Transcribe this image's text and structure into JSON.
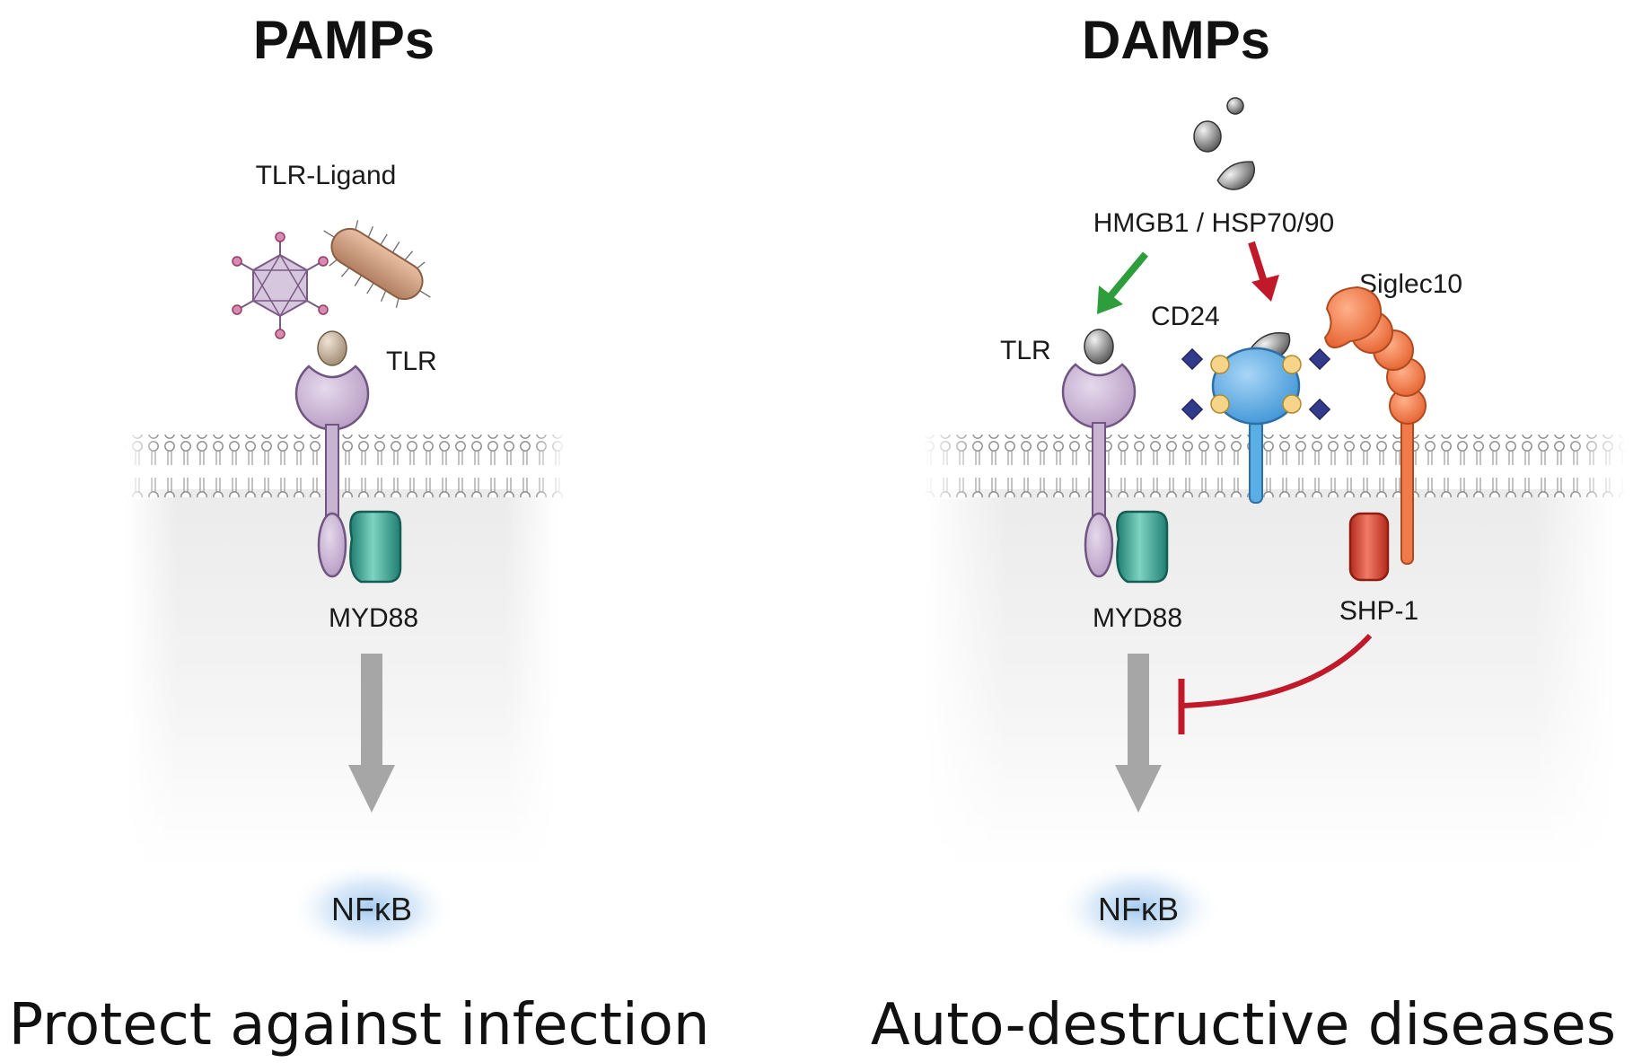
{
  "left_panel": {
    "title": "PAMPs",
    "ligand_label": "TLR-Ligand",
    "receptor_label": "TLR",
    "adaptor_label": "MYD88",
    "outcome_factor": "NFκB",
    "outcome_text": "Protect against infection"
  },
  "right_panel": {
    "title": "DAMPs",
    "damp_label": "HMGB1 / HSP70/90",
    "receptor_label": "TLR",
    "cd24_label": "CD24",
    "siglec_label": "Siglec10",
    "shp_label": "SHP-1",
    "adaptor_label": "MYD88",
    "outcome_factor": "NFκB",
    "outcome_text": "Auto-destructive diseases"
  },
  "colors": {
    "tlr": "#c9b3d3",
    "myd88": "#2f9c8a",
    "cd24": "#5aaee6",
    "siglec": "#f07a4a",
    "shp1": "#d8402c",
    "activation_arrow": "#2e9e3c",
    "inhibition": "#c01a2a",
    "signal_arrow": "#a6a6a6",
    "nfkb_glow": "#9fc8ef"
  }
}
